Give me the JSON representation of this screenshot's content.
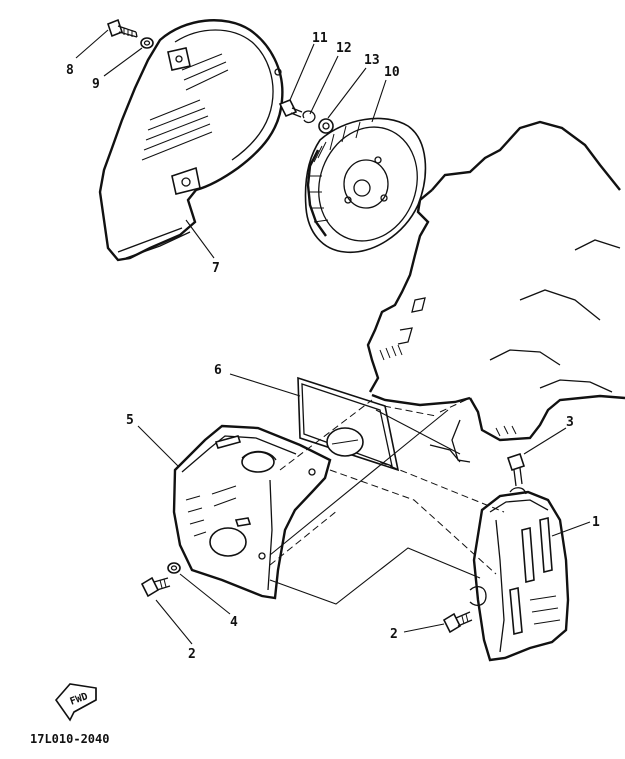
{
  "diagram": {
    "callouts": [
      {
        "id": "c8",
        "label": "8"
      },
      {
        "id": "c9",
        "label": "9"
      },
      {
        "id": "c11",
        "label": "11"
      },
      {
        "id": "c12",
        "label": "12"
      },
      {
        "id": "c13",
        "label": "13"
      },
      {
        "id": "c10",
        "label": "10"
      },
      {
        "id": "c7",
        "label": "7"
      },
      {
        "id": "c6",
        "label": "6"
      },
      {
        "id": "c5",
        "label": "5"
      },
      {
        "id": "c3",
        "label": "3"
      },
      {
        "id": "c1",
        "label": "1"
      },
      {
        "id": "c4",
        "label": "4"
      },
      {
        "id": "c2a",
        "label": "2"
      },
      {
        "id": "c2b",
        "label": "2"
      }
    ],
    "fwd_label": "FWD",
    "figure_code": "17L010-2040"
  }
}
